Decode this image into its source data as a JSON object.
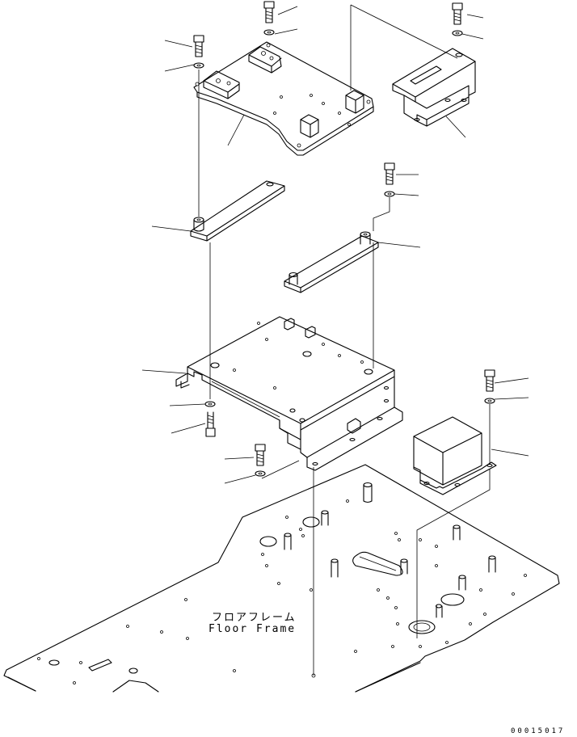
{
  "labels": {
    "floor_frame_jp": "フロアフレーム",
    "floor_frame_en": "Floor Frame",
    "drawing_number": "00015017"
  },
  "colors": {
    "ink": "#000000",
    "paper": "#ffffff"
  }
}
